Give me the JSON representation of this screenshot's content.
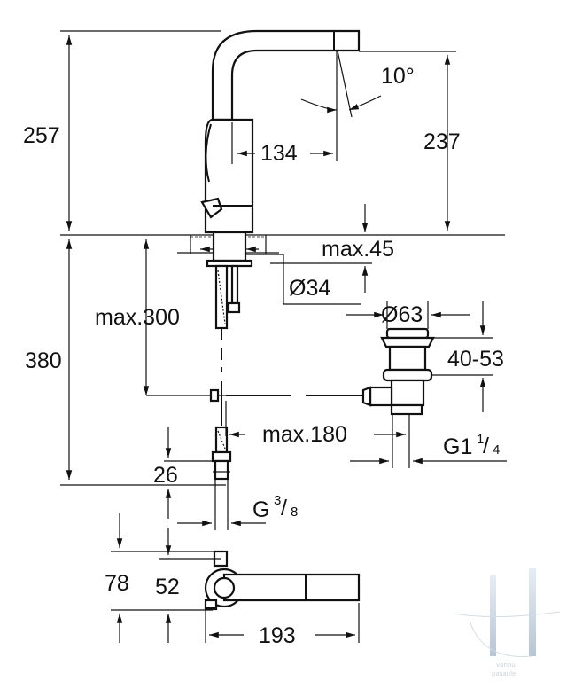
{
  "dimensions": {
    "total_height_top": "257",
    "spout_height": "237",
    "spout_angle": "10°",
    "spout_reach": "134",
    "deck_thickness": "max.45",
    "hole_diameter": "Ø34",
    "hose_length": "max.300",
    "drain_diameter": "Ø63",
    "drain_range": "40-53",
    "below_deck": "380",
    "drain_rod": "max.180",
    "drain_thread_main": "G1",
    "drain_thread_num": "1",
    "drain_thread_den": "4",
    "connector": "26",
    "supply_thread_main": "G",
    "supply_thread_num": "3",
    "supply_thread_den": "8",
    "plan_depth": "78",
    "plan_offset": "52",
    "plan_reach": "193"
  },
  "watermark": {
    "line1": "vannu",
    "line2": "pasaule"
  },
  "colors": {
    "ink": "#111111",
    "background": "#ffffff",
    "watermark": "#b9c2cc"
  }
}
